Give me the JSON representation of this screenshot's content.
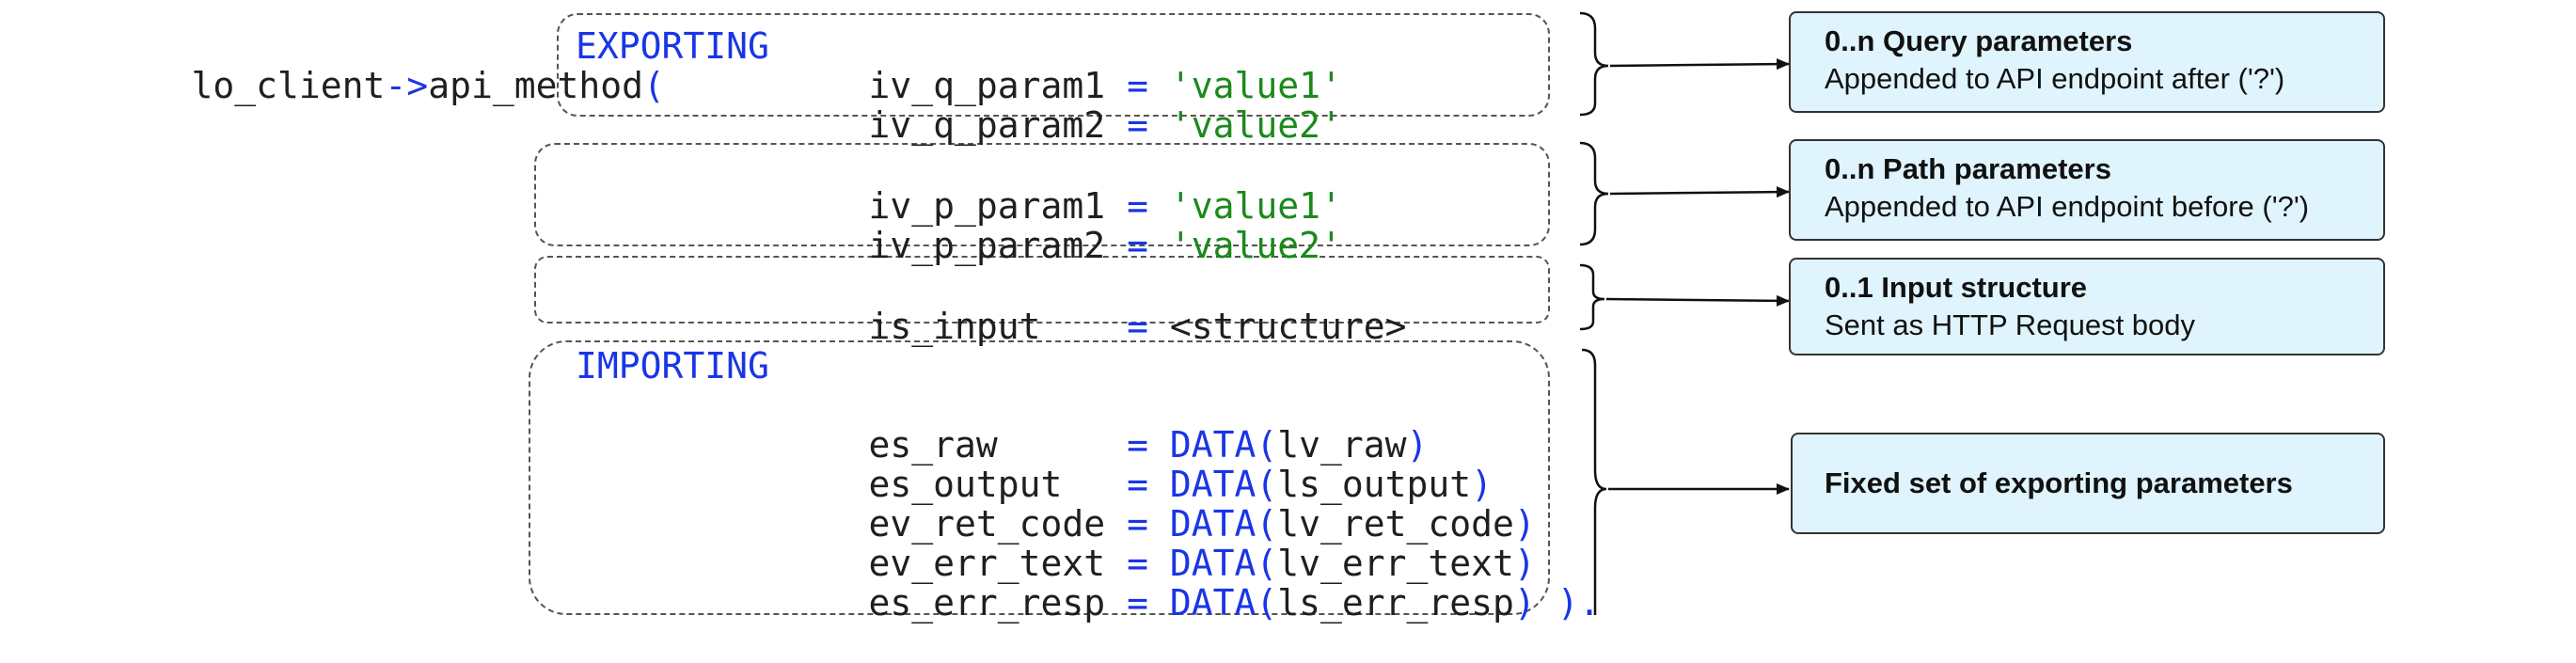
{
  "code": {
    "call": {
      "object": "lo_client",
      "arrow": "->",
      "method": "api_method",
      "paren": "("
    },
    "exporting_keyword": "EXPORTING",
    "query_params": [
      {
        "name": "iv_q_param1",
        "eq": "=",
        "value": "'value1'"
      },
      {
        "name": "iv_q_param2",
        "eq": "=",
        "value": "'value2'"
      }
    ],
    "path_params": [
      {
        "name": "iv_p_param1",
        "eq": "=",
        "value": "'value1'"
      },
      {
        "name": "iv_p_param2",
        "eq": "=",
        "value": "'value2'"
      }
    ],
    "input": {
      "name": "is_input",
      "eq": "=",
      "value": "<structure>"
    },
    "importing_keyword": "IMPORTING",
    "importing_params": [
      {
        "name": "es_raw",
        "eq": "=",
        "func": "DATA(",
        "var": "lv_raw",
        "close": ")"
      },
      {
        "name": "es_output",
        "eq": "=",
        "func": "DATA(",
        "var": "ls_output",
        "close": ")"
      },
      {
        "name": "ev_ret_code",
        "eq": "=",
        "func": "DATA(",
        "var": "lv_ret_code",
        "close": ")"
      },
      {
        "name": "ev_err_text",
        "eq": "=",
        "func": "DATA(",
        "var": "lv_err_text",
        "close": ")"
      },
      {
        "name": "es_err_resp",
        "eq": "=",
        "func": "DATA(",
        "var": "ls_err_resp",
        "close": ")",
        "end": " )."
      }
    ]
  },
  "annotations": [
    {
      "title": "0..n Query parameters",
      "subtitle": "Appended to API endpoint after ('?')"
    },
    {
      "title": "0..n Path parameters",
      "subtitle": "Appended to API endpoint before ('?')"
    },
    {
      "title": "0..1 Input structure",
      "subtitle": "Sent as HTTP Request body"
    },
    {
      "title": "Fixed set of exporting parameters"
    }
  ],
  "colors": {
    "keyword": "#1a35e6",
    "string": "#1a8a1a",
    "text": "#1f1f1f",
    "note_background": "#dff4fd",
    "note_border": "#333333",
    "dashed_border": "#555555"
  }
}
